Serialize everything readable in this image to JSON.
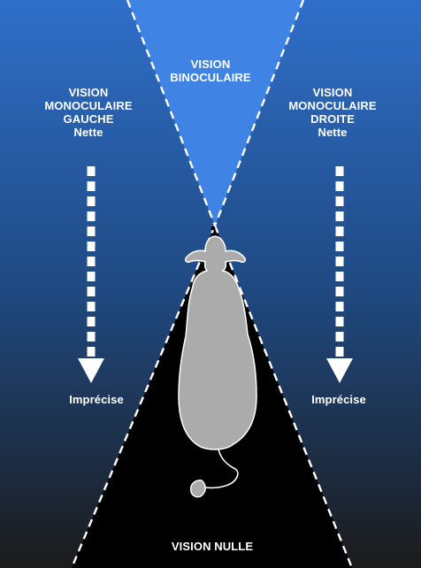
{
  "labels": {
    "binocular_line1": "VISION",
    "binocular_line2": "BINOCULAIRE",
    "mono_left_line1": "VISION",
    "mono_left_line2": "MONOCULAIRE",
    "mono_left_line3": "GAUCHE",
    "mono_left_line4": "Nette",
    "mono_right_line1": "VISION",
    "mono_right_line2": "MONOCULAIRE",
    "mono_right_line3": "DROITE",
    "mono_right_line4": "Nette",
    "blurry_left": "Imprécise",
    "blurry_right": "Imprécise",
    "no_vision": "VISION NULLE"
  },
  "colors": {
    "background_top": "#2f6fc9",
    "background_bottom": "#1d1d1b",
    "binocular_zone": "#3f84e4",
    "blind_zone": "#000000",
    "cow_silhouette": "#ababab",
    "text": "#ffffff"
  },
  "icons": {
    "animal": "cow-top-view-icon",
    "arrows": "dashed-down-arrow-icon"
  }
}
